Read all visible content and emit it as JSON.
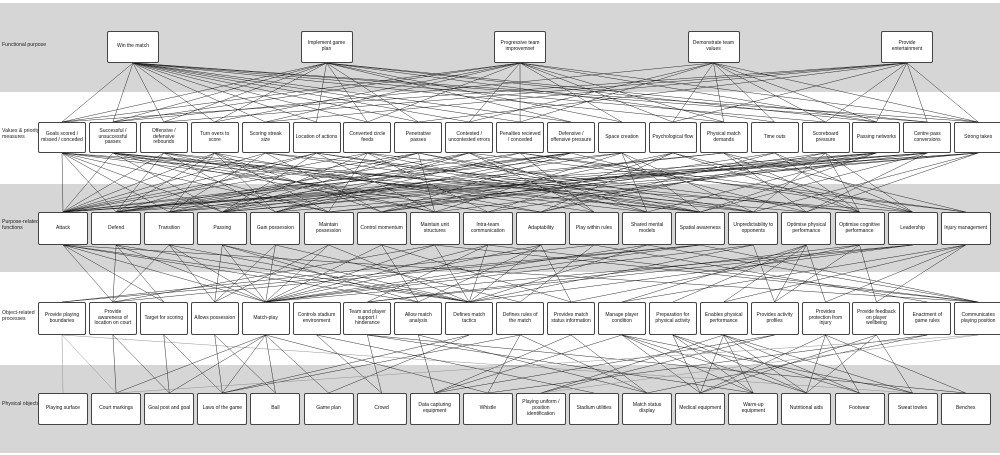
{
  "levels": [
    {
      "label": "Functional purpose",
      "nodes": [
        "Win the match",
        "Implement game plan",
        "Progressive team improvemnet",
        "Demonstrate team values",
        "Provide entertainment"
      ]
    },
    {
      "label": "Values & priority measures",
      "nodes": [
        "Goals scored / missed / conceded",
        "Successful / unsuccessful passes",
        "Offensive / defensive rebounds",
        "Turn overs to score",
        "Scoring streak size",
        "Location of actions",
        "Converted circle feeds",
        "Penetrative passes",
        "Contested / uncontested errors",
        "Penalties recieved / conceded",
        "Defensive / offensive pressure",
        "Space creation",
        "Psychological flow",
        "Physical match demands",
        "Time outs",
        "Scoreboard pressure",
        "Passing networks",
        "Centre pass conversions",
        "Strong takes"
      ]
    },
    {
      "label": "Purpose-related functions",
      "nodes": [
        "Attack",
        "Defend",
        "Transition",
        "Passing",
        "Gain possession",
        "Maintain possession",
        "Control momentum",
        "Maintain unit structures",
        "Intra-team communication",
        "Adaptability",
        "Play within rules",
        "Shared mental models",
        "Spatial awareness",
        "Unpredictability to opponents",
        "Optimise physical performance",
        "Optimise cognitive performance",
        "Leadership",
        "Injury management"
      ]
    },
    {
      "label": "Object-related processes",
      "nodes": [
        "Provide playing boundaries",
        "Provide awareness of location on court",
        "Target for scoring",
        "Allows possession",
        "Match-play",
        "Controls stadium environment",
        "Team and player support / hinderance",
        "Allow match analysis",
        "Defines match tactics",
        "Defines rules of the match",
        "Provides match status information",
        "Manage player condition",
        "Preparation for physical activity",
        "Enables physical performance",
        "Provides activity profiles",
        "Provides protection from injury",
        "Provide feedback on player wellbeing",
        "Enactment of game rules",
        "Communicates playing position"
      ]
    },
    {
      "label": "Physical objects",
      "nodes": [
        "Playing surface",
        "Court markings",
        "Goal post and goal",
        "Laws of the game",
        "Ball",
        "Game plan",
        "Crowd",
        "Data capturing equipment",
        "Whistle",
        "Playing uniform / position identification",
        "Stadium utilities",
        "Match status display",
        "Medical equipment",
        "Warm-up equipment",
        "Nutritional aids",
        "Footwear",
        "Sweat towles",
        "Benches"
      ]
    }
  ],
  "links": {
    "l0_l1": [
      [
        0,
        0
      ],
      [
        0,
        1
      ],
      [
        0,
        2
      ],
      [
        0,
        3
      ],
      [
        0,
        4
      ],
      [
        0,
        5
      ],
      [
        0,
        6
      ],
      [
        0,
        7
      ],
      [
        0,
        8
      ],
      [
        0,
        9
      ],
      [
        0,
        10
      ],
      [
        0,
        13
      ],
      [
        0,
        15
      ],
      [
        0,
        17
      ],
      [
        0,
        18
      ],
      [
        1,
        0
      ],
      [
        1,
        1
      ],
      [
        1,
        2
      ],
      [
        1,
        3
      ],
      [
        1,
        5
      ],
      [
        1,
        6
      ],
      [
        1,
        7
      ],
      [
        1,
        10
      ],
      [
        1,
        11
      ],
      [
        1,
        14
      ],
      [
        1,
        16
      ],
      [
        1,
        17
      ],
      [
        2,
        0
      ],
      [
        2,
        1
      ],
      [
        2,
        3
      ],
      [
        2,
        4
      ],
      [
        2,
        6
      ],
      [
        2,
        8
      ],
      [
        2,
        9
      ],
      [
        2,
        11
      ],
      [
        2,
        12
      ],
      [
        2,
        13
      ],
      [
        2,
        16
      ],
      [
        2,
        18
      ],
      [
        3,
        1
      ],
      [
        3,
        8
      ],
      [
        3,
        9
      ],
      [
        3,
        12
      ],
      [
        3,
        13
      ],
      [
        3,
        14
      ],
      [
        3,
        15
      ],
      [
        3,
        16
      ],
      [
        3,
        18
      ],
      [
        4,
        0
      ],
      [
        4,
        2
      ],
      [
        4,
        4
      ],
      [
        4,
        7
      ],
      [
        4,
        12
      ],
      [
        4,
        15
      ],
      [
        4,
        16
      ],
      [
        4,
        17
      ],
      [
        4,
        18
      ]
    ],
    "l1_l2": [
      [
        0,
        0
      ],
      [
        0,
        1
      ],
      [
        0,
        2
      ],
      [
        0,
        3
      ],
      [
        0,
        5
      ],
      [
        0,
        9
      ],
      [
        0,
        12
      ],
      [
        0,
        16
      ],
      [
        1,
        0
      ],
      [
        1,
        3
      ],
      [
        1,
        5
      ],
      [
        1,
        7
      ],
      [
        1,
        8
      ],
      [
        1,
        11
      ],
      [
        1,
        12
      ],
      [
        1,
        14
      ],
      [
        2,
        0
      ],
      [
        2,
        1
      ],
      [
        2,
        4
      ],
      [
        2,
        7
      ],
      [
        2,
        10
      ],
      [
        2,
        13
      ],
      [
        3,
        0
      ],
      [
        3,
        1
      ],
      [
        3,
        2
      ],
      [
        3,
        4
      ],
      [
        3,
        5
      ],
      [
        3,
        6
      ],
      [
        3,
        9
      ],
      [
        4,
        0
      ],
      [
        4,
        2
      ],
      [
        4,
        6
      ],
      [
        4,
        12
      ],
      [
        4,
        15
      ],
      [
        5,
        0
      ],
      [
        5,
        1
      ],
      [
        5,
        3
      ],
      [
        5,
        7
      ],
      [
        5,
        12
      ],
      [
        5,
        13
      ],
      [
        6,
        0
      ],
      [
        6,
        3
      ],
      [
        6,
        5
      ],
      [
        6,
        8
      ],
      [
        6,
        11
      ],
      [
        6,
        15
      ],
      [
        7,
        0
      ],
      [
        7,
        2
      ],
      [
        7,
        3
      ],
      [
        7,
        7
      ],
      [
        7,
        12
      ],
      [
        7,
        13
      ],
      [
        8,
        1
      ],
      [
        8,
        3
      ],
      [
        8,
        4
      ],
      [
        8,
        10
      ],
      [
        8,
        11
      ],
      [
        8,
        17
      ],
      [
        9,
        1
      ],
      [
        9,
        4
      ],
      [
        9,
        10
      ],
      [
        9,
        16
      ],
      [
        9,
        17
      ],
      [
        10,
        0
      ],
      [
        10,
        1
      ],
      [
        10,
        2
      ],
      [
        10,
        4
      ],
      [
        10,
        6
      ],
      [
        10,
        14
      ],
      [
        11,
        0
      ],
      [
        11,
        3
      ],
      [
        11,
        7
      ],
      [
        11,
        11
      ],
      [
        11,
        12
      ],
      [
        11,
        13
      ],
      [
        12,
        6
      ],
      [
        12,
        8
      ],
      [
        12,
        9
      ],
      [
        12,
        15
      ],
      [
        12,
        16
      ],
      [
        13,
        1
      ],
      [
        13,
        2
      ],
      [
        13,
        14
      ],
      [
        13,
        15
      ],
      [
        13,
        17
      ],
      [
        14,
        6
      ],
      [
        14,
        9
      ],
      [
        14,
        15
      ],
      [
        14,
        16
      ],
      [
        15,
        6
      ],
      [
        15,
        9
      ],
      [
        15,
        15
      ],
      [
        15,
        16
      ],
      [
        15,
        13
      ],
      [
        16,
        0
      ],
      [
        16,
        3
      ],
      [
        16,
        5
      ],
      [
        16,
        8
      ],
      [
        16,
        11
      ],
      [
        16,
        12
      ],
      [
        17,
        0
      ],
      [
        17,
        2
      ],
      [
        17,
        3
      ],
      [
        17,
        7
      ],
      [
        17,
        12
      ],
      [
        17,
        14
      ],
      [
        18,
        0
      ],
      [
        18,
        1
      ],
      [
        18,
        4
      ],
      [
        18,
        5
      ],
      [
        18,
        13
      ],
      [
        18,
        14
      ]
    ],
    "l2_l3": [
      [
        0,
        1
      ],
      [
        0,
        2
      ],
      [
        0,
        4
      ],
      [
        0,
        7
      ],
      [
        0,
        8
      ],
      [
        0,
        18
      ],
      [
        1,
        1
      ],
      [
        1,
        2
      ],
      [
        1,
        4
      ],
      [
        1,
        8
      ],
      [
        2,
        1
      ],
      [
        2,
        3
      ],
      [
        2,
        4
      ],
      [
        2,
        8
      ],
      [
        3,
        3
      ],
      [
        3,
        4
      ],
      [
        3,
        7
      ],
      [
        3,
        8
      ],
      [
        4,
        3
      ],
      [
        4,
        4
      ],
      [
        4,
        9
      ],
      [
        5,
        3
      ],
      [
        5,
        4
      ],
      [
        5,
        8
      ],
      [
        6,
        4
      ],
      [
        6,
        7
      ],
      [
        6,
        10
      ],
      [
        7,
        1
      ],
      [
        7,
        4
      ],
      [
        7,
        8
      ],
      [
        7,
        18
      ],
      [
        8,
        4
      ],
      [
        8,
        6
      ],
      [
        8,
        8
      ],
      [
        8,
        18
      ],
      [
        9,
        4
      ],
      [
        9,
        7
      ],
      [
        9,
        8
      ],
      [
        9,
        10
      ],
      [
        10,
        0
      ],
      [
        10,
        9
      ],
      [
        10,
        17
      ],
      [
        11,
        4
      ],
      [
        11,
        8
      ],
      [
        11,
        18
      ],
      [
        12,
        0
      ],
      [
        12,
        1
      ],
      [
        12,
        4
      ],
      [
        12,
        18
      ],
      [
        13,
        4
      ],
      [
        13,
        8
      ],
      [
        13,
        14
      ],
      [
        14,
        11
      ],
      [
        14,
        12
      ],
      [
        14,
        13
      ],
      [
        14,
        14
      ],
      [
        14,
        15
      ],
      [
        15,
        6
      ],
      [
        15,
        10
      ],
      [
        15,
        14
      ],
      [
        15,
        16
      ],
      [
        16,
        4
      ],
      [
        16,
        6
      ],
      [
        16,
        8
      ],
      [
        17,
        11
      ],
      [
        17,
        13
      ],
      [
        17,
        15
      ],
      [
        17,
        16
      ]
    ],
    "l3_l4": [
      [
        0,
        0
      ],
      [
        0,
        1
      ],
      [
        0,
        16
      ],
      [
        1,
        1
      ],
      [
        1,
        2
      ],
      [
        2,
        2
      ],
      [
        2,
        3
      ],
      [
        3,
        3
      ],
      [
        3,
        4
      ],
      [
        4,
        1
      ],
      [
        4,
        2
      ],
      [
        4,
        3
      ],
      [
        4,
        4
      ],
      [
        4,
        5
      ],
      [
        4,
        8
      ],
      [
        5,
        6
      ],
      [
        5,
        10
      ],
      [
        6,
        6
      ],
      [
        6,
        13
      ],
      [
        6,
        17
      ],
      [
        7,
        7
      ],
      [
        7,
        11
      ],
      [
        8,
        3
      ],
      [
        8,
        5
      ],
      [
        9,
        3
      ],
      [
        9,
        8
      ],
      [
        9,
        11
      ],
      [
        10,
        7
      ],
      [
        10,
        11
      ],
      [
        11,
        7
      ],
      [
        11,
        12
      ],
      [
        11,
        13
      ],
      [
        11,
        14
      ],
      [
        11,
        16
      ],
      [
        12,
        12
      ],
      [
        12,
        13
      ],
      [
        12,
        14
      ],
      [
        12,
        15
      ],
      [
        13,
        9
      ],
      [
        13,
        12
      ],
      [
        13,
        13
      ],
      [
        13,
        14
      ],
      [
        13,
        15
      ],
      [
        13,
        16
      ],
      [
        14,
        7
      ],
      [
        14,
        9
      ],
      [
        15,
        12
      ],
      [
        15,
        14
      ],
      [
        15,
        15
      ],
      [
        15,
        17
      ],
      [
        16,
        12
      ],
      [
        16,
        14
      ],
      [
        16,
        16
      ],
      [
        17,
        8
      ],
      [
        17,
        11
      ],
      [
        18,
        1
      ],
      [
        18,
        9
      ]
    ]
  }
}
